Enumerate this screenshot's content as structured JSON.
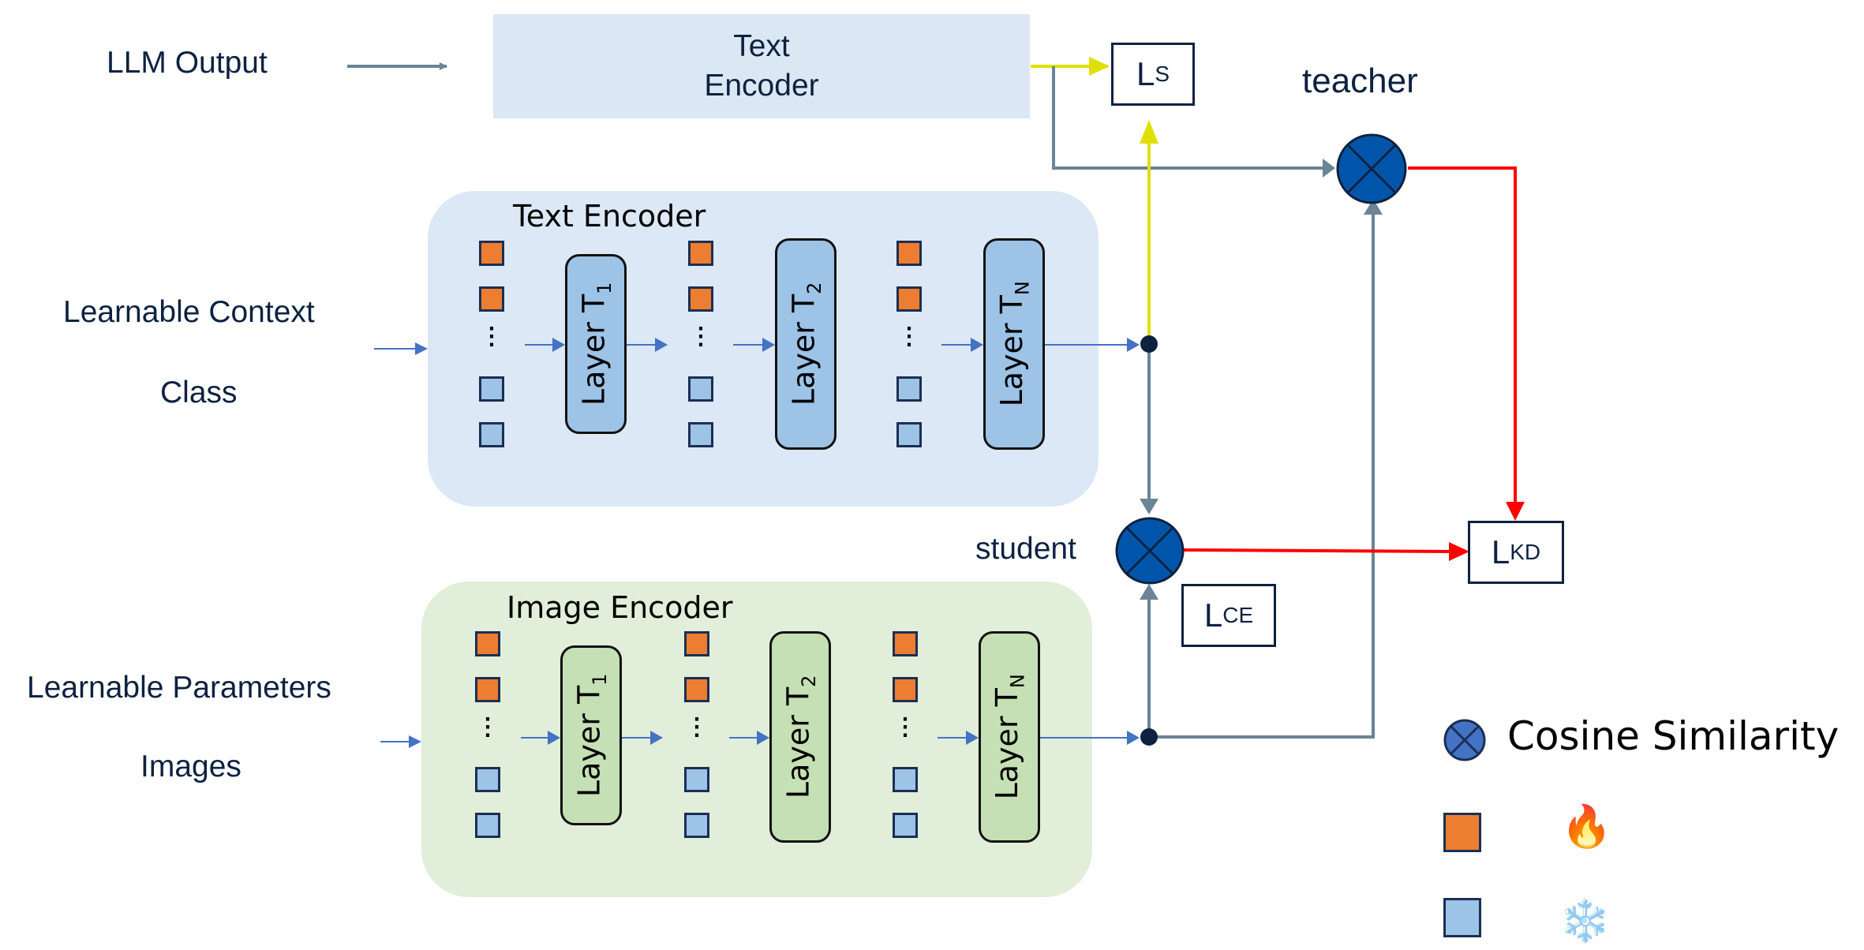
{
  "inputs": {
    "llm_output": "LLM Output",
    "learnable_context": "Learnable Context",
    "class": "Class",
    "learnable_parameters": "Learnable Parameters",
    "images": "Images"
  },
  "teacher_encoder": {
    "line1": "Text",
    "line2": "Encoder"
  },
  "text_encoder": {
    "title": "Text Encoder",
    "layers": [
      {
        "name": "Layer T",
        "sub": "1"
      },
      {
        "name": "Layer T",
        "sub": "2"
      },
      {
        "name": "Layer T",
        "sub": "N"
      }
    ]
  },
  "image_encoder": {
    "title": "Image Encoder",
    "layers": [
      {
        "name": "Layer T",
        "sub": "1"
      },
      {
        "name": "Layer T",
        "sub": "2"
      },
      {
        "name": "Layer T",
        "sub": "N"
      }
    ]
  },
  "token_ellipsis": "⋮",
  "nodes": {
    "teacher": "teacher",
    "student": "student"
  },
  "losses": {
    "ls": {
      "main": "L",
      "sub": "S"
    },
    "lce": {
      "main": "L",
      "sub": "CE"
    },
    "lkd": {
      "main": "L",
      "sub": "KD"
    }
  },
  "legend": {
    "cosine_similarity": "Cosine Similarity",
    "trainable_icon": "🔥",
    "frozen_icon": "❄️"
  },
  "colors": {
    "trainable_token": "#ed7d31",
    "frozen_token": "#9dc3e6",
    "cosine_node": "#0055aa",
    "similarity_loss_arrow": "#e0e000",
    "kd_loss_arrow": "#ff0000",
    "connector": "#6b8496",
    "flow_arrow": "#4472c4"
  }
}
